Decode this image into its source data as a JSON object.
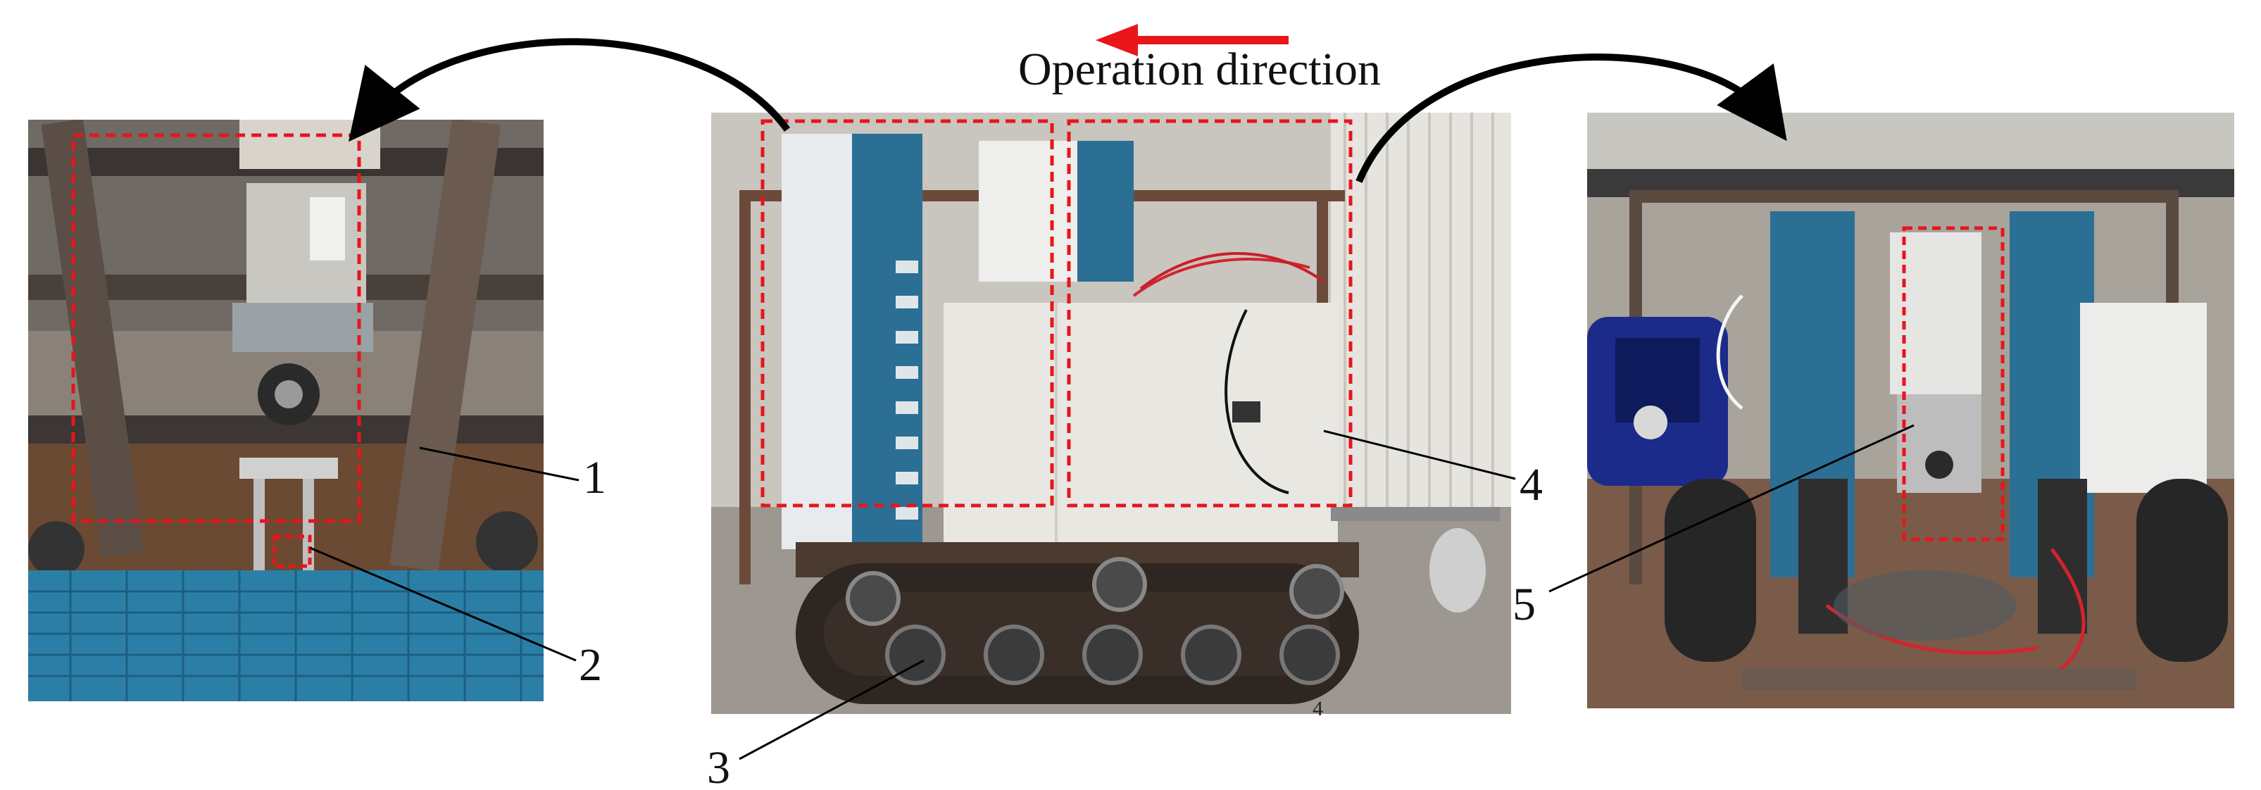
{
  "figure": {
    "direction_label": "Operation direction",
    "callouts": [
      "1",
      "2",
      "3",
      "4",
      "5"
    ],
    "stray_mark": "4",
    "colors": {
      "dashed_box": "#e8151b",
      "direction_arrow": "#e8151b",
      "curved_arrows": "#000000",
      "leader_lines": "#000000",
      "conveyor_blue": "#2b7fa6",
      "frame_steel": "#6b4a3a"
    },
    "panels": [
      {
        "id": "left",
        "content": "close-up of device mounted on frame above blue conveyor belt"
      },
      {
        "id": "center",
        "content": "tracked vehicle with steel frame, conveyors and electrical cabinet"
      },
      {
        "id": "right",
        "content": "rear view of vehicle with generator, conveyors and actuators"
      }
    ]
  }
}
